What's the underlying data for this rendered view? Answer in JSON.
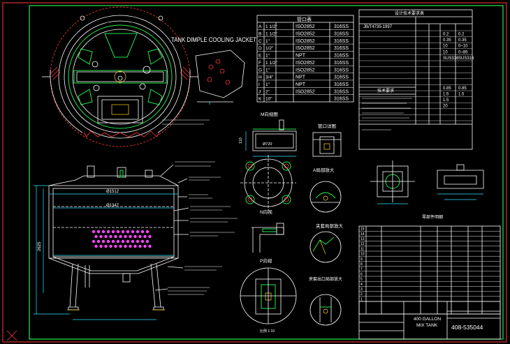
{
  "drawing": {
    "title": "TANK DIMPLE COOLING JACKET",
    "product_name_line1": "400 GALLON",
    "product_name_line2": "MIX TANK",
    "drawing_number": "408-535044"
  },
  "nozzle_table": {
    "sizes": [
      "1 1/2\"",
      "1 1/2\"",
      "1\"",
      "1/2\"",
      "1\"",
      "1 1/2\"",
      "1\"",
      "3/4\"",
      "1\"",
      "2\"",
      "10\""
    ],
    "connections": [
      "ISO2852",
      "ISO2852",
      "ISO2852",
      "ISO2852",
      "NPT",
      "ISO2852",
      "ISO2852",
      "NPT",
      "NPT",
      "ISO2852",
      ""
    ],
    "materials": [
      "316SS",
      "316SS",
      "316SS",
      "316SS",
      "316SS",
      "316SS",
      "316SS",
      "316SS",
      "316SS",
      "316SS",
      "316SS"
    ]
  },
  "design_table": {
    "standard": "JB/T4735-1997",
    "values": [
      {
        "a": "0.2",
        "b": "0.2"
      },
      {
        "a": "0.35",
        "b": "0.35"
      },
      {
        "a": "10",
        "b": "0~10"
      },
      {
        "a": "10",
        "b": "0~85"
      },
      {
        "a": "SUS316",
        "b": "SUS316"
      },
      {
        "a": "0.85",
        "b": "0.85"
      },
      {
        "a": "1.5",
        "b": "1.5"
      },
      {
        "a": "1.5",
        "b": ""
      },
      {
        "a": "20",
        "b": ""
      }
    ]
  },
  "dimensions": {
    "shell_dia": "Ø1512",
    "shell_dia_inner": "Ø1347",
    "height_total": "2625",
    "manway_dim": "Ø720",
    "top_dim": "110"
  },
  "labels": {
    "m_view": "M向视图",
    "a_view": "A局部放大",
    "n_view": "N向视",
    "p_view": "P向视",
    "detail_1": "管口详图",
    "detail_2": "夹套局部放大",
    "detail_3": "夹套出口局部放大",
    "parts_list": "零部件明细",
    "nozzle_table_title": "管口表",
    "design_table_title": "设计技术要求表",
    "tech_req_title": "技术要求",
    "scale_label": "比例 1:10"
  },
  "parts_rows": [
    "15",
    "14",
    "13",
    "12",
    "11",
    "10",
    "9",
    "8",
    "7",
    "6",
    "5",
    "4",
    "3",
    "2",
    "1"
  ],
  "colors": {
    "background": "#000000",
    "frame": "#ff3b3b",
    "border": "#22e84a",
    "line": "#ffffff",
    "accent_yellow": "#ffd21f",
    "accent_cyan": "#2fe6ff",
    "accent_magenta": "#ff44ff"
  }
}
